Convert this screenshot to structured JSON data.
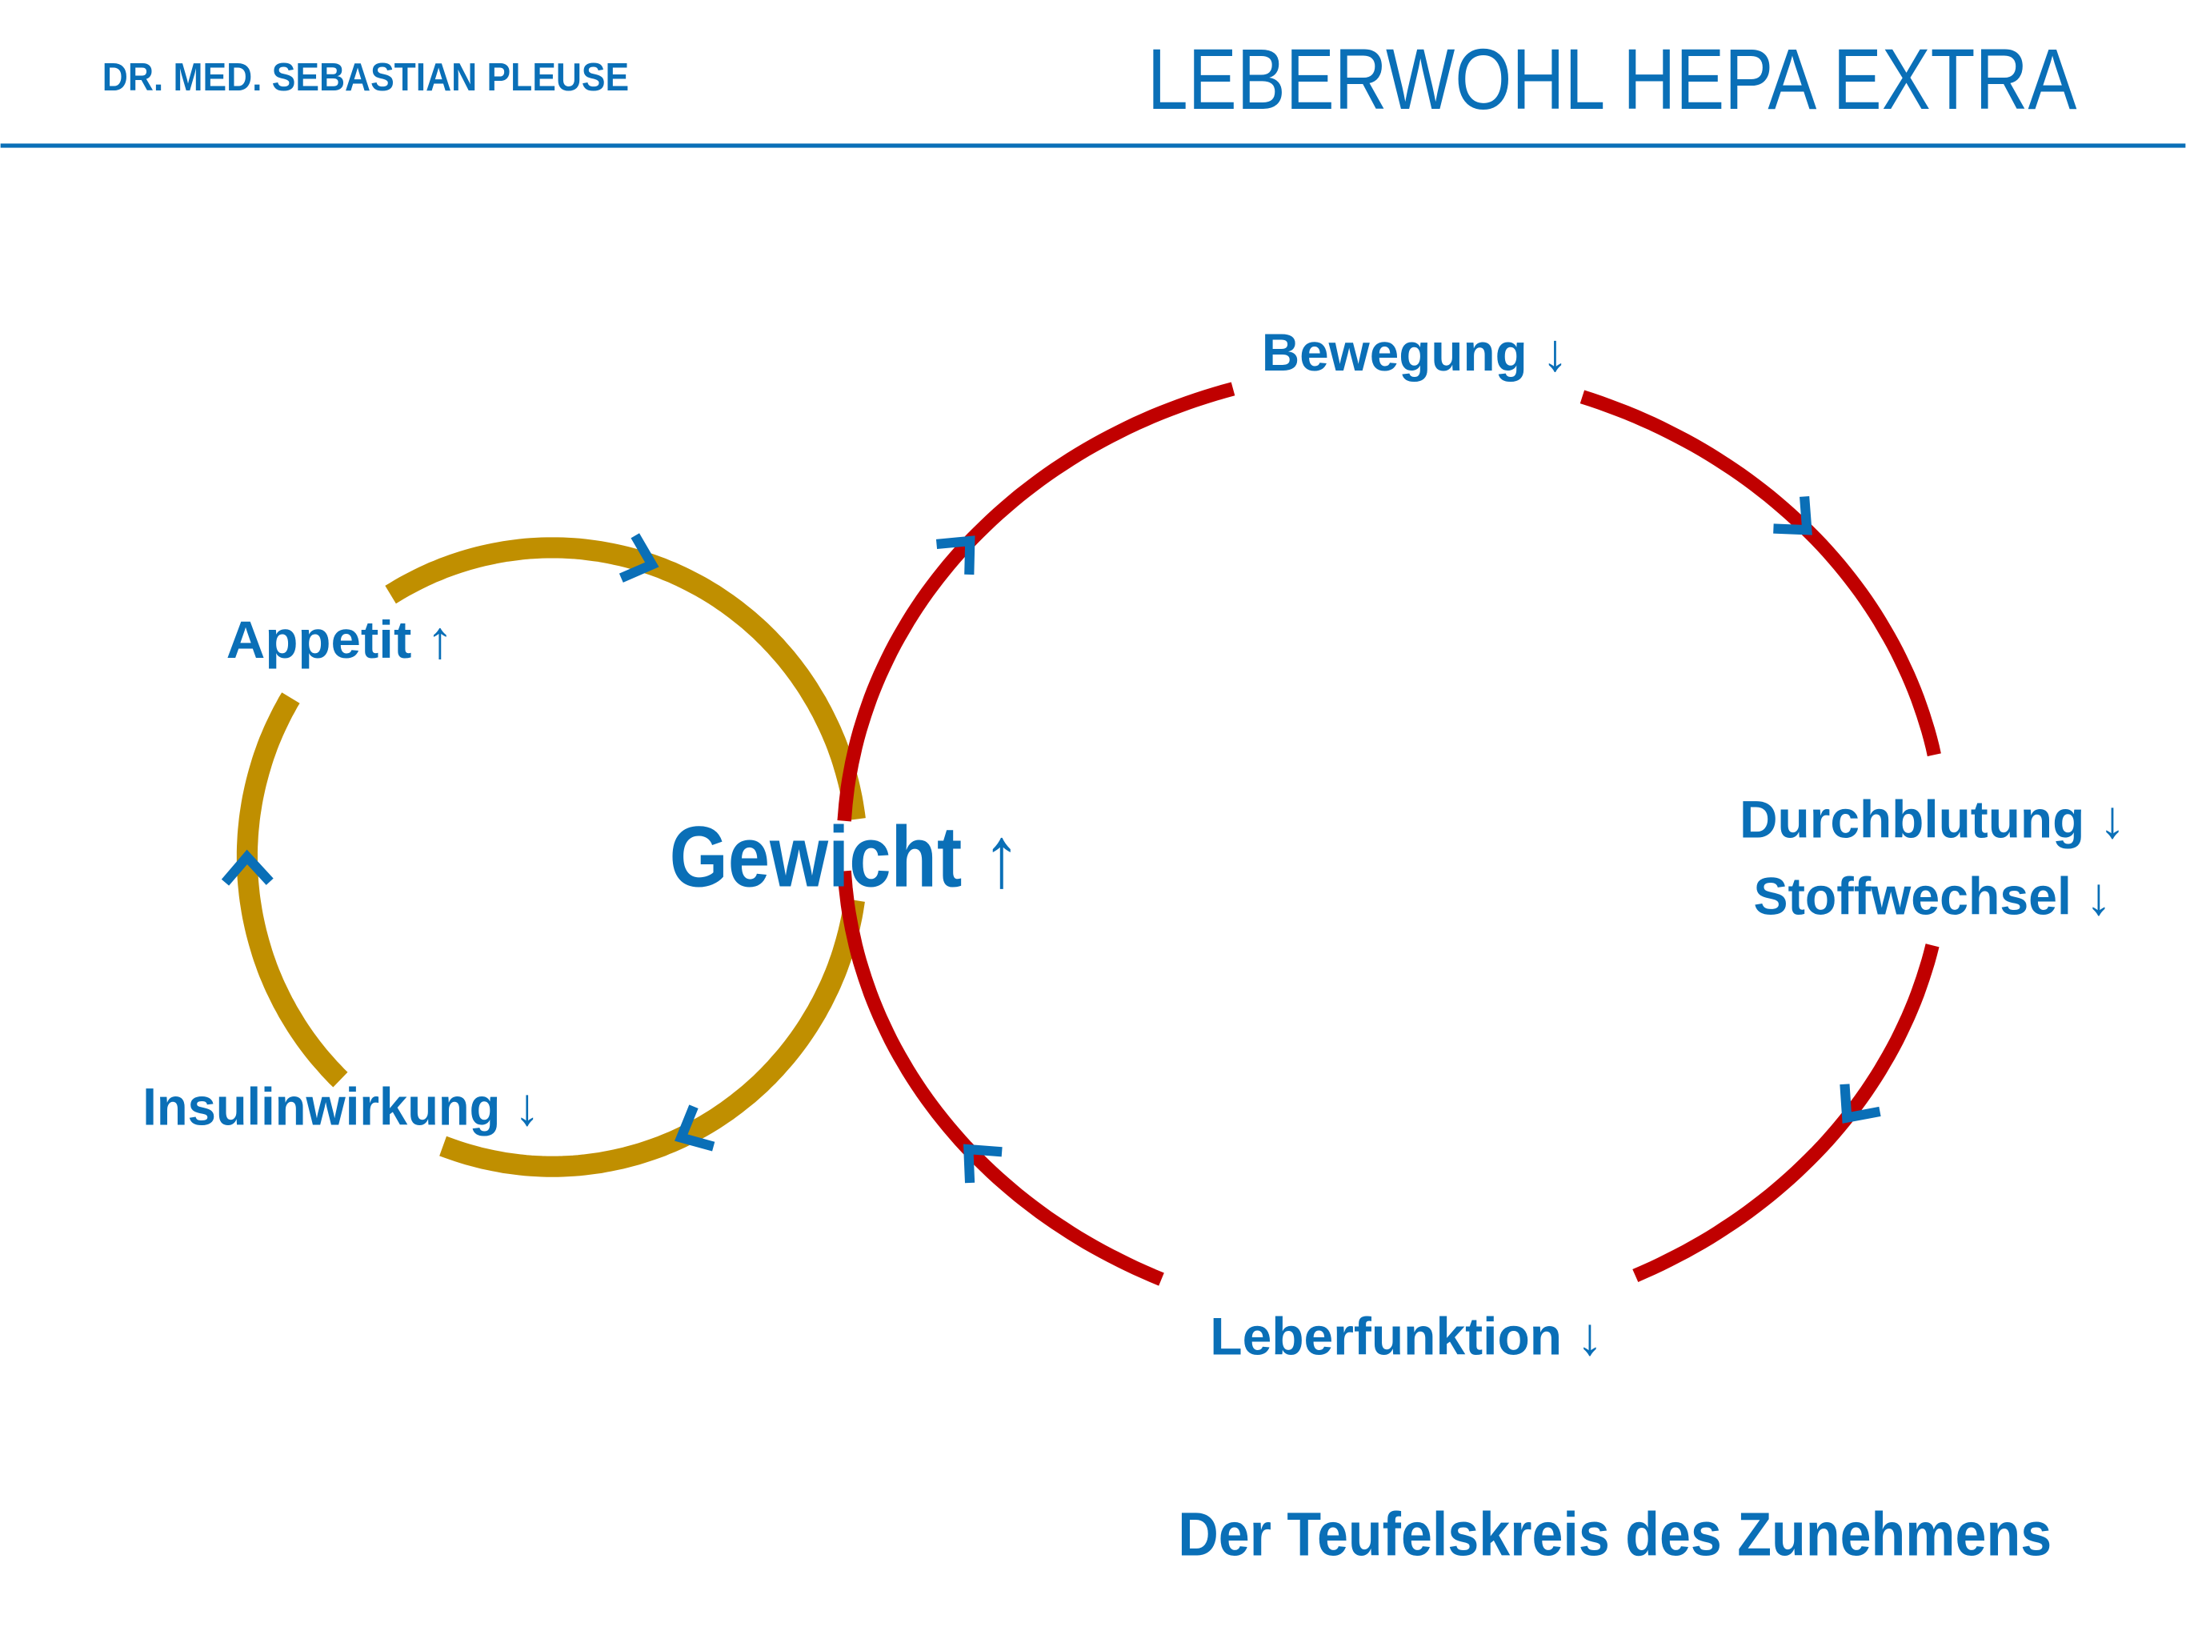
{
  "header": {
    "author": "DR. MED. SEBASTIAN PLEUSE",
    "product": "LEBERWOHL HEPA EXTRA"
  },
  "diagram": {
    "center": "Gewicht ↑",
    "left_cycle": {
      "nodes": [
        "Appetit ↑",
        "Insulinwirkung ↓"
      ]
    },
    "right_cycle": {
      "nodes": [
        "Bewegung ↓",
        "Durchblutung ↓",
        "Stoffwechsel ↓",
        "Leberfunktion ↓"
      ]
    },
    "title": "Der Teufelskreis des Zunehmens"
  },
  "colors": {
    "brand_blue": "#0a6fb7",
    "left_cycle": "#c08f00",
    "right_cycle": "#c00000",
    "arrow": "#0a6fb7"
  }
}
